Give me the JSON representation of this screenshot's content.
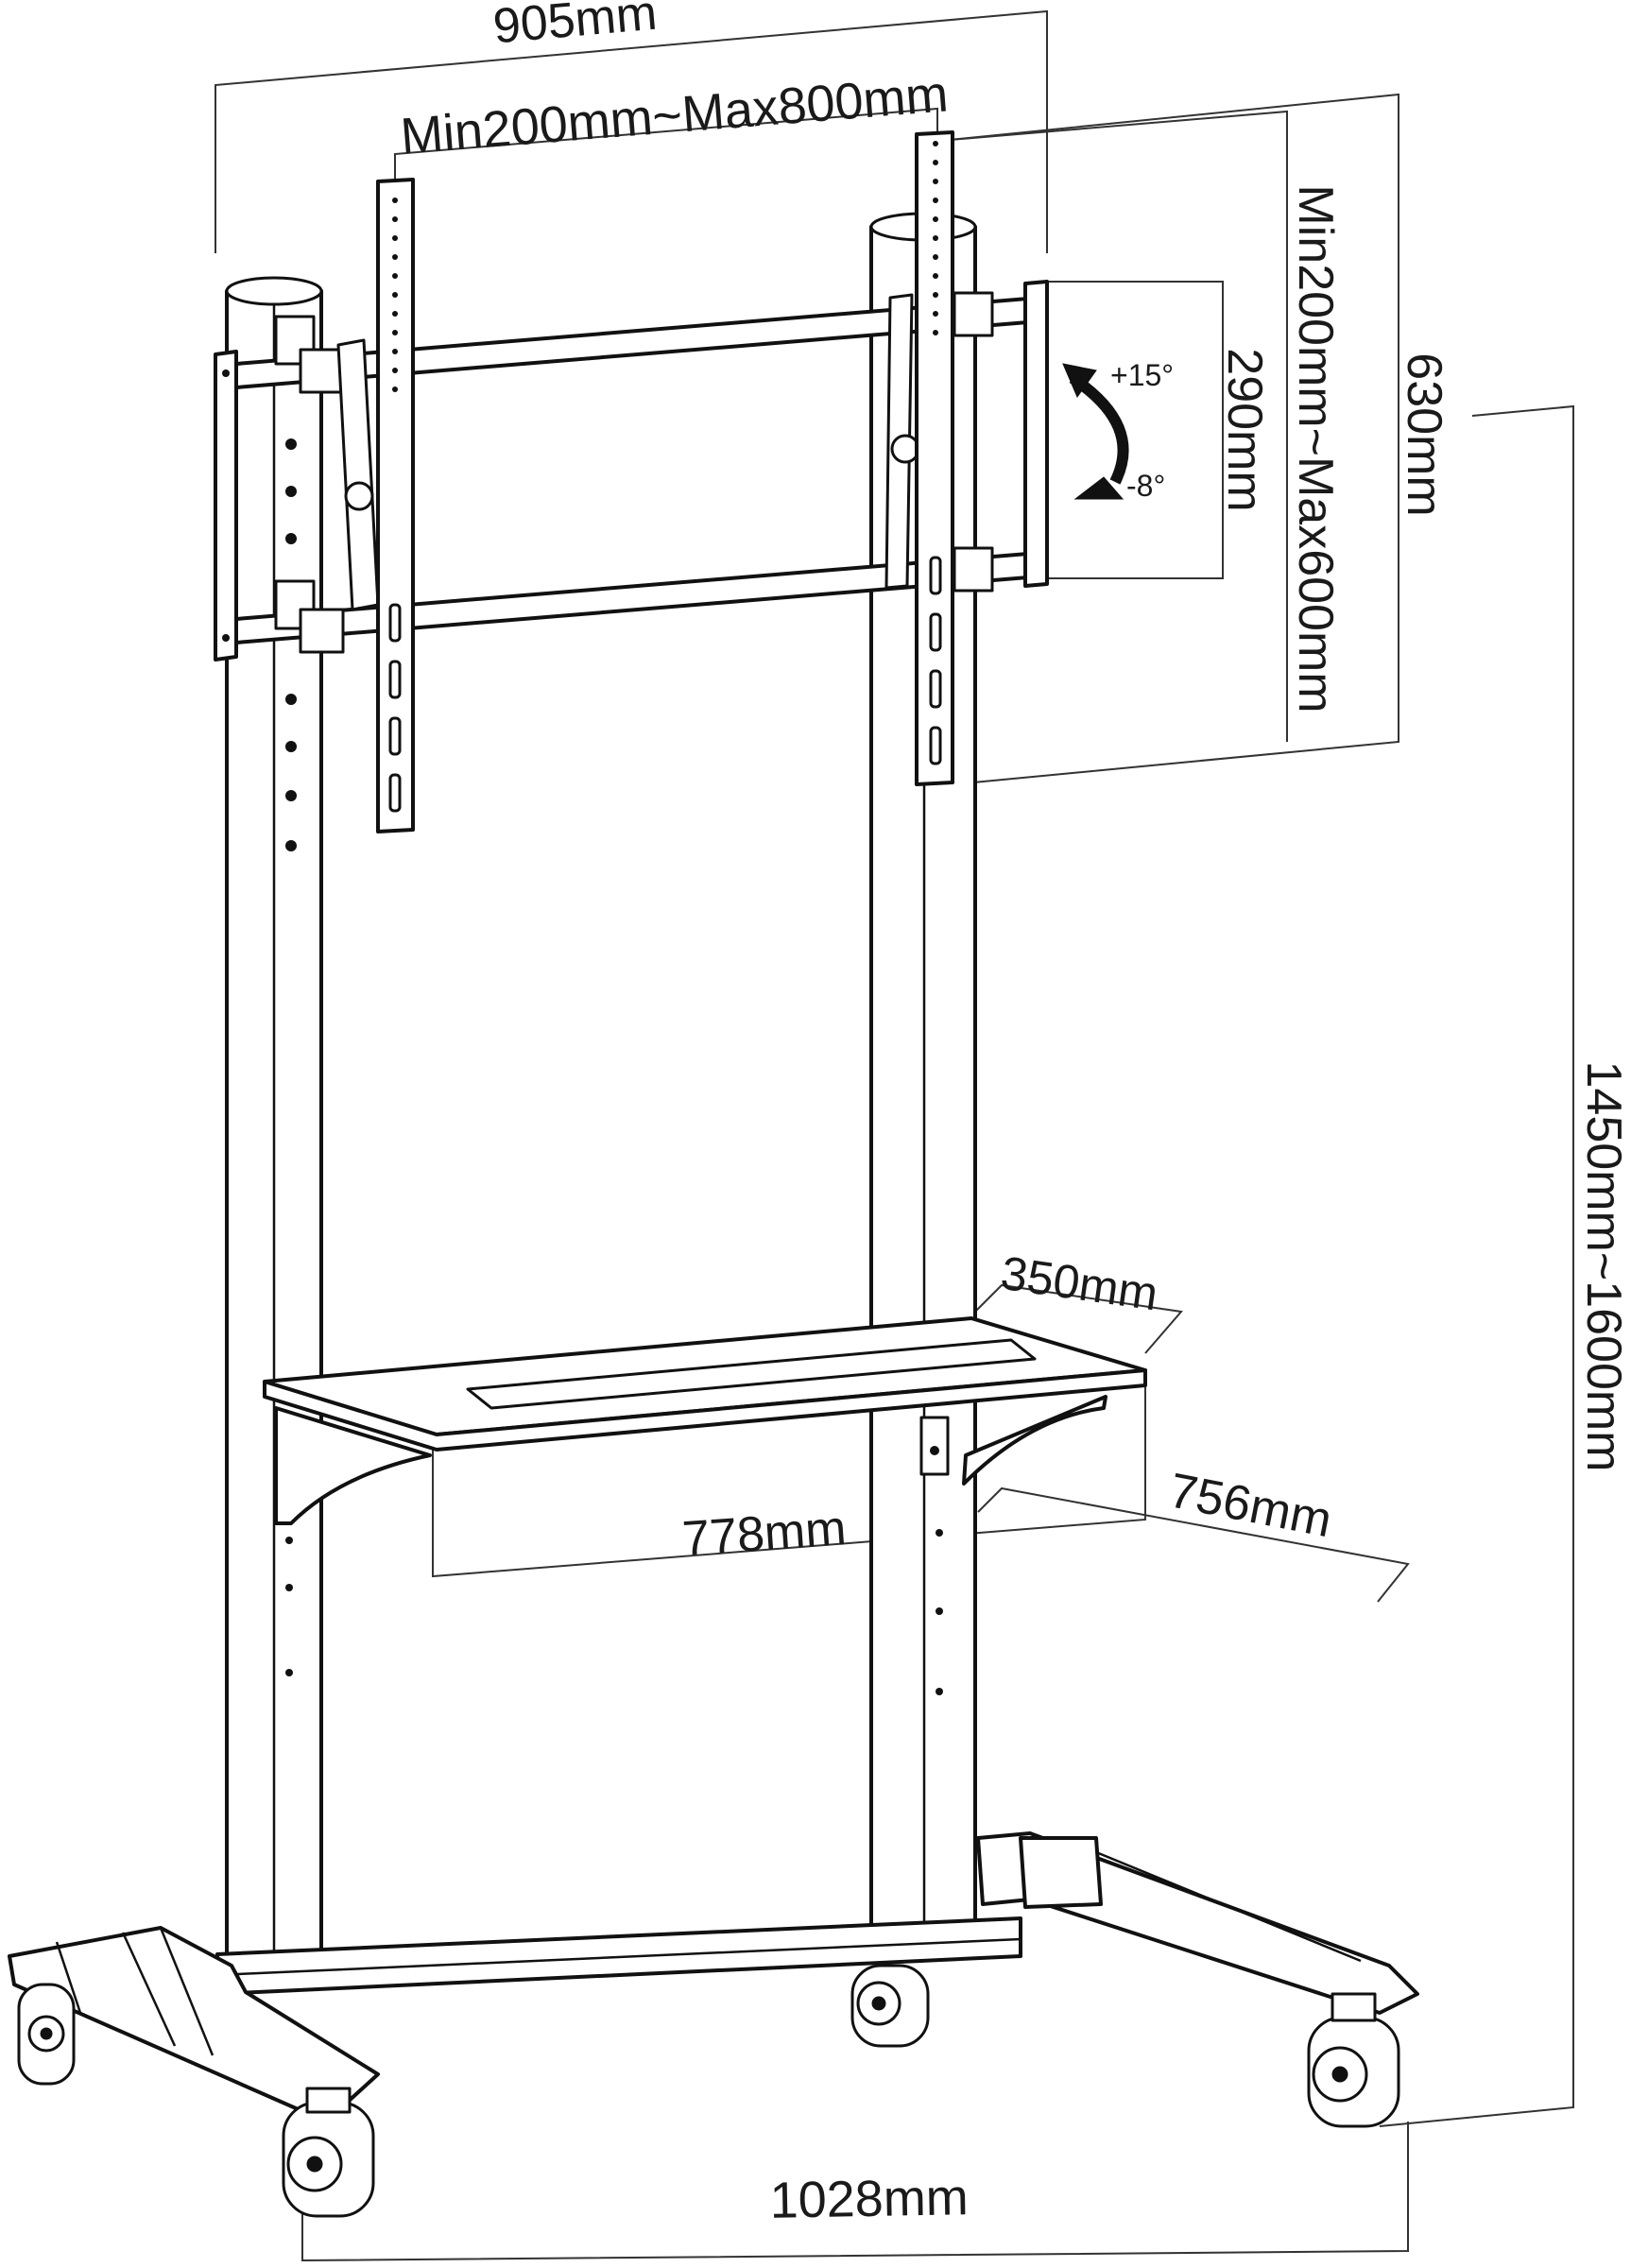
{
  "dimensions": {
    "overall_width": "905mm",
    "vesa_horizontal": "Min200mm~Max800mm",
    "vesa_vertical": "Min200mm~Max600mm",
    "bracket_height": "630mm",
    "tilt_bracket_height": "290mm",
    "tilt_up": "+15°",
    "tilt_down": "-8°",
    "height_range": "1450mm~1600mm",
    "shelf_depth": "350mm",
    "shelf_width": "778mm",
    "base_depth": "756mm",
    "base_width": "1028mm"
  },
  "colors": {
    "line": "#111111",
    "background": "#ffffff"
  }
}
